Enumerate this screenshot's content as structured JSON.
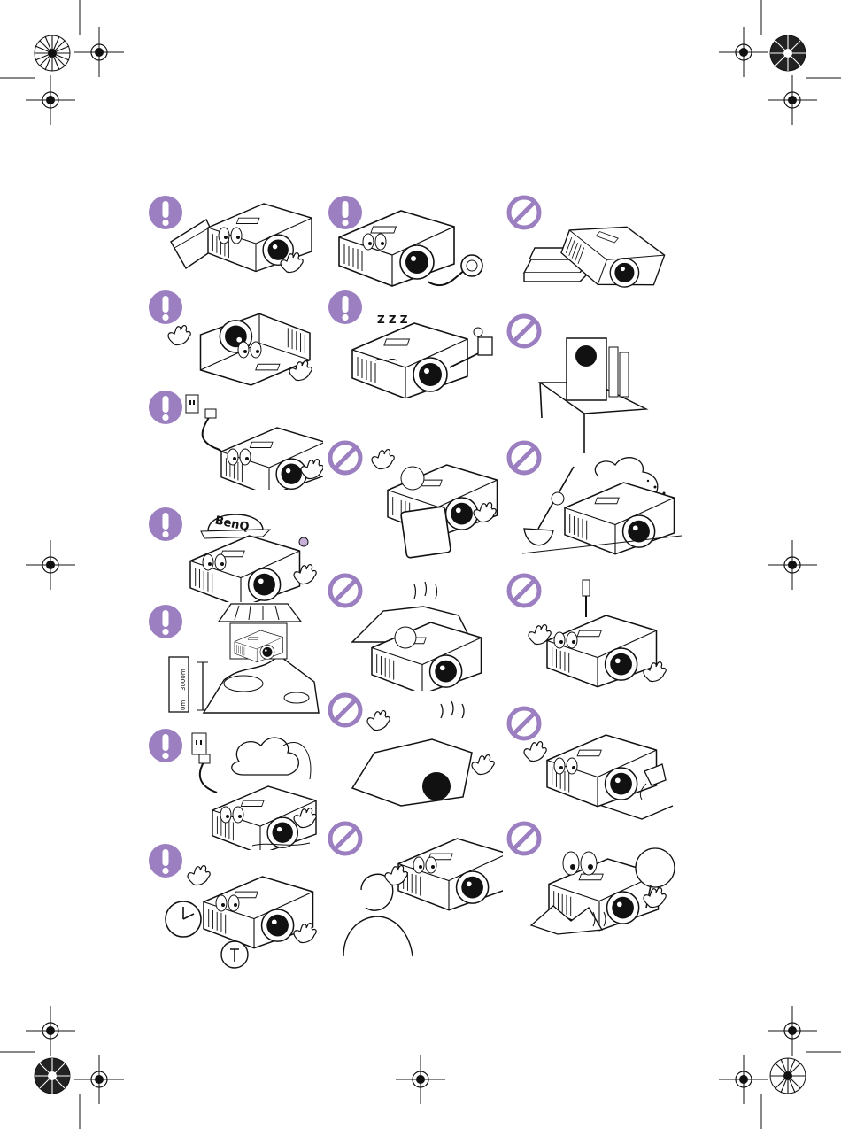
{
  "colors": {
    "warning_badge": "#9b7fc0",
    "prohibited_ring": "#9b7fc0",
    "line_art": "#111111",
    "paper": "#ffffff"
  },
  "icons": {
    "warning": "exclamation-badge-icon",
    "prohibited": "prohibited-circle-icon",
    "registration": "registration-crosshair-icon"
  },
  "illustrations": {
    "brand_cap_text": "BenQ",
    "zzz_text": "Z Z Z",
    "altitude_3000": "3000m",
    "altitude_0": "0m"
  }
}
